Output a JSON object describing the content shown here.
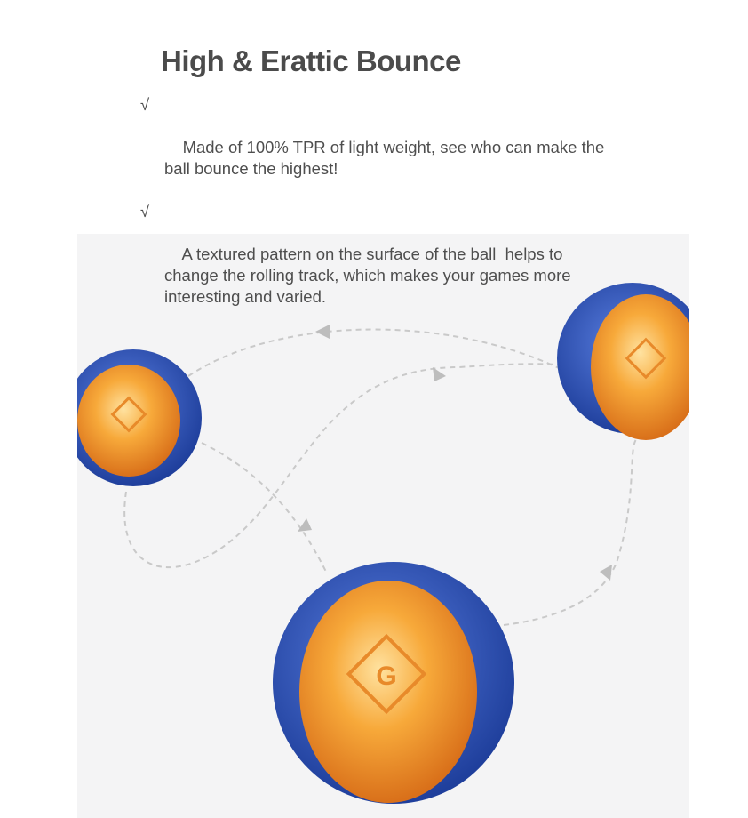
{
  "heading": "High & Erattic Bounce",
  "bullet_symbol": "√",
  "features": [
    {
      "text": "Made of 100% TPR of light weight, see who can make the\nball bounce the highest!"
    },
    {
      "text": "A textured pattern on the surface of the ball  helps to\nchange the rolling track, which makes your games more\ninteresting and varied."
    }
  ],
  "colors": {
    "ball_rim": "#2f55b8",
    "ball_core": "#f39a2a",
    "path": "#c8c8c8"
  }
}
